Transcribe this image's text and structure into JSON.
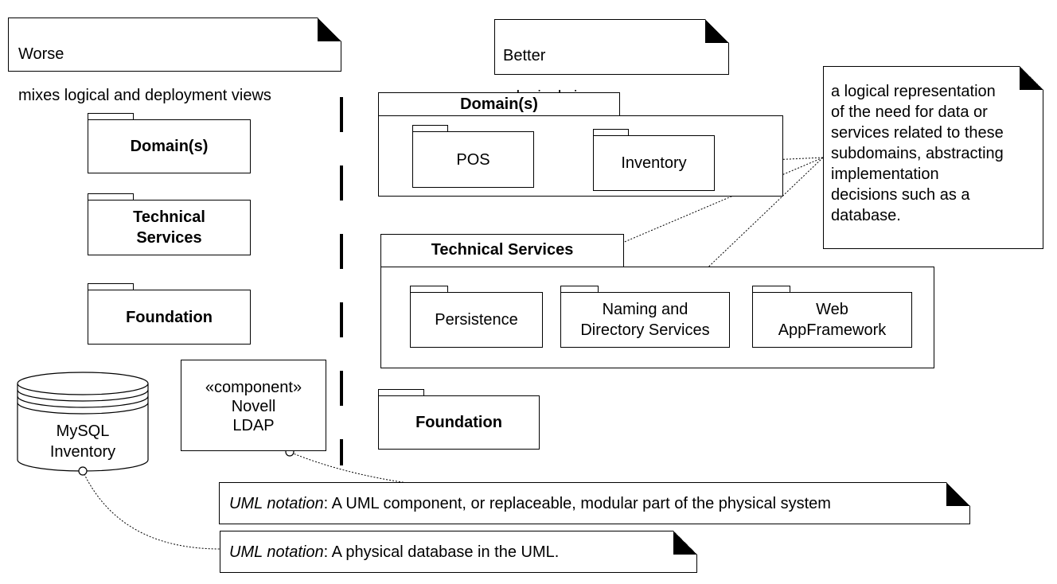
{
  "notes": {
    "worse": {
      "line1": "Worse",
      "line2": "mixes logical and deployment views"
    },
    "better": {
      "line1": "Better",
      "line2": "a logical view"
    },
    "logical_rep": {
      "text": "a logical representation\nof the need for data or\nservices related to these\nsubdomains, abstracting\nimplementation\ndecisions such as a\ndatabase."
    },
    "component_note": {
      "prefix": "UML notation",
      "suffix": ": A UML component, or replaceable, modular part of the physical system"
    },
    "database_note": {
      "prefix": "UML notation",
      "suffix": ": A physical database in the UML."
    }
  },
  "left": {
    "domains": "Domain(s)",
    "technical_services_line1": "Technical",
    "technical_services_line2": "Services",
    "foundation": "Foundation",
    "database_line1": "MySQL",
    "database_line2": "Inventory",
    "component_stereotype": "«component»",
    "component_line1": "Novell",
    "component_line2": "LDAP"
  },
  "right": {
    "domains": "Domain(s)",
    "pos": "POS",
    "inventory": "Inventory",
    "technical_services": "Technical Services",
    "persistence": "Persistence",
    "naming_line1": "Naming and",
    "naming_line2": "Directory Services",
    "web_line1": "Web",
    "web_line2": "AppFramework",
    "foundation": "Foundation"
  }
}
